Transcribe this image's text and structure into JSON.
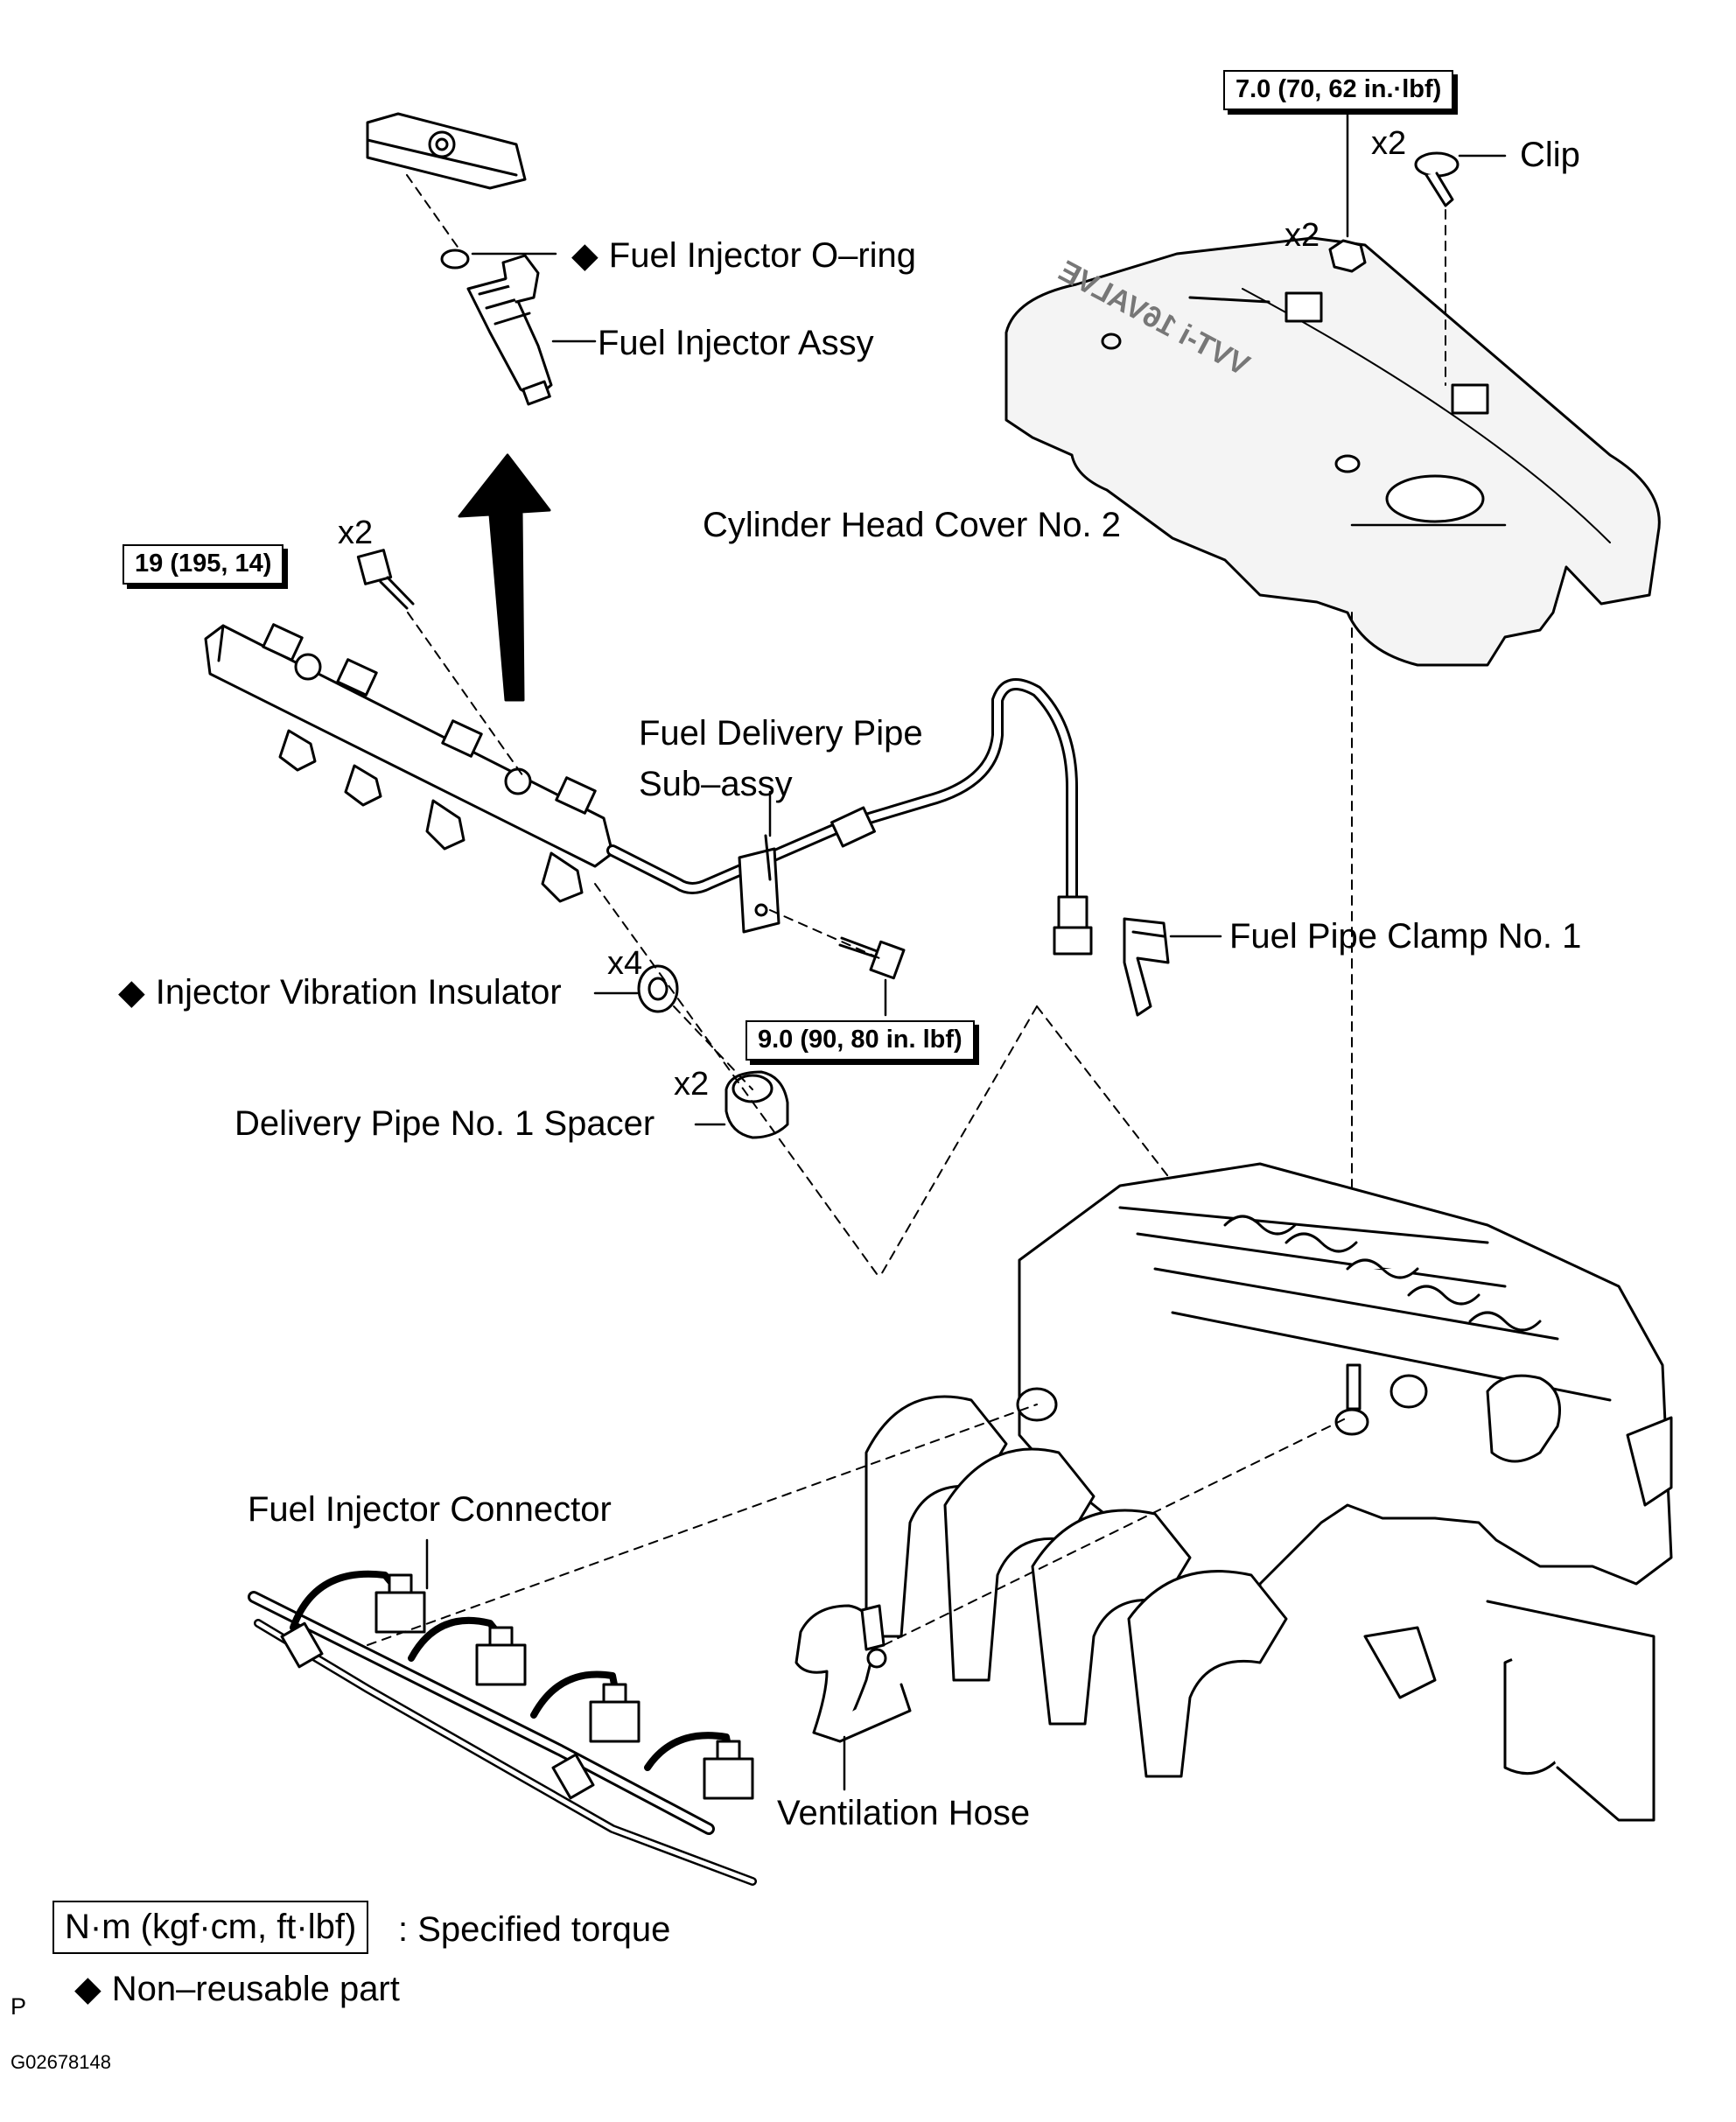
{
  "callouts": {
    "fuel_injector_o_ring": "Fuel Injector O–ring",
    "fuel_injector_assy": "Fuel Injector Assy",
    "clip": "Clip",
    "cylinder_head_cover_no2": "Cylinder Head Cover No. 2",
    "fuel_delivery_pipe_line1": "Fuel Delivery Pipe",
    "fuel_delivery_pipe_line2": "Sub–assy",
    "fuel_pipe_clamp_no1": "Fuel Pipe Clamp No. 1",
    "injector_vibration_insulator": "Injector Vibration Insulator",
    "delivery_pipe_no1_spacer": "Delivery Pipe No. 1 Spacer",
    "fuel_injector_connector": "Fuel Injector Connector",
    "ventilation_hose": "Ventilation Hose"
  },
  "quantities": {
    "cover_nut": "x2",
    "clip": "x2",
    "delivery_pipe_bolt": "x2",
    "insulator": "x4",
    "spacer": "x2"
  },
  "torques": {
    "cover_nut": "7.0 (70, 62 in.·lbf)",
    "delivery_pipe_bolt": "19 (195, 14)",
    "clamp_bolt": "9.0 (90, 80 in. lbf)"
  },
  "engine_cover_emblem": "VVT-i 16VALVE",
  "legend": {
    "torque_units": "N·m (kgf·cm, ft·lbf)",
    "torque_meaning": ": Specified torque",
    "non_reusable": "Non–reusable part"
  },
  "footer": {
    "page_letter": "P",
    "figure_code": "G02678148"
  },
  "colors": {
    "ink": "#000000",
    "paper": "#ffffff",
    "cover_fill": "#f4f4f4"
  }
}
